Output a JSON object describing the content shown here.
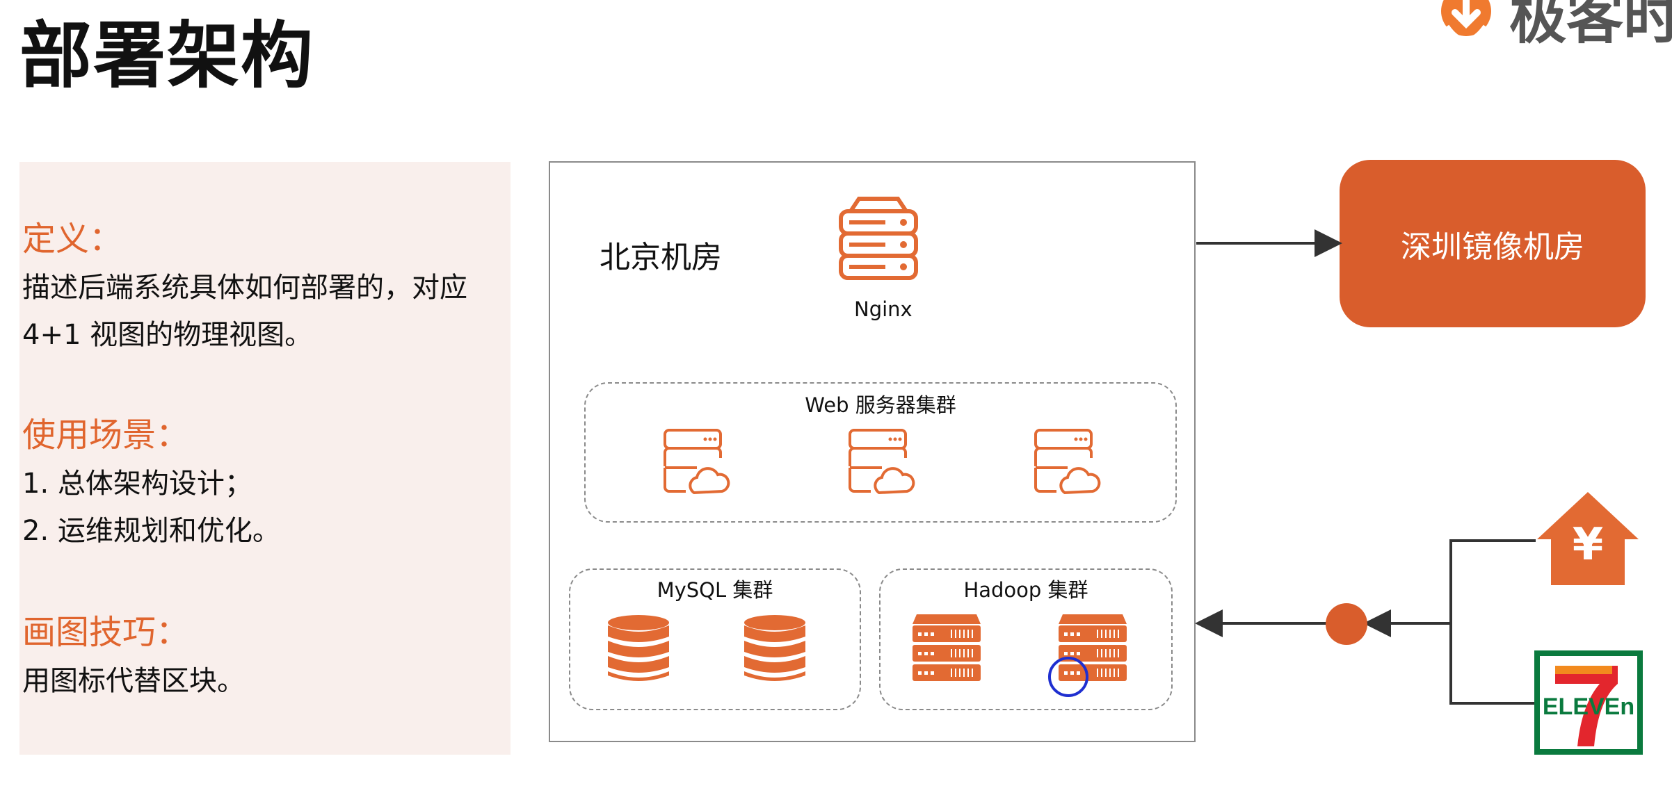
{
  "title": "部署架构",
  "brand": {
    "logo_text": "极客时"
  },
  "left_panel": {
    "definition": {
      "heading": "定义：",
      "lines": [
        "描述后端系统具体如何部署的，对应",
        "4+1 视图的物理视图。"
      ]
    },
    "scenarios": {
      "heading": "使用场景：",
      "lines": [
        "1. 总体架构设计；",
        "2. 运维规划和优化。"
      ]
    },
    "tips": {
      "heading": "画图技巧：",
      "lines": [
        "用图标代替区块。"
      ]
    }
  },
  "diagram": {
    "room_label": "北京机房",
    "nginx_label": "Nginx",
    "web_cluster_label": "Web 服务器集群",
    "mysql_cluster_label": "MySQL 集群",
    "hadoop_cluster_label": "Hadoop 集群",
    "mirror_label": "深圳镜像机房",
    "payment_symbol": "¥",
    "seven_eleven_label": "ELEVEn"
  },
  "colors": {
    "accent": "#e0652e",
    "mirror_fill": "#d95d2c",
    "icon_orange": "#e26a33",
    "panel_bg": "#f9efec",
    "highlight_circle": "#1f2fd0",
    "seven_green": "#0a7a3e",
    "seven_red": "#e3262d"
  }
}
